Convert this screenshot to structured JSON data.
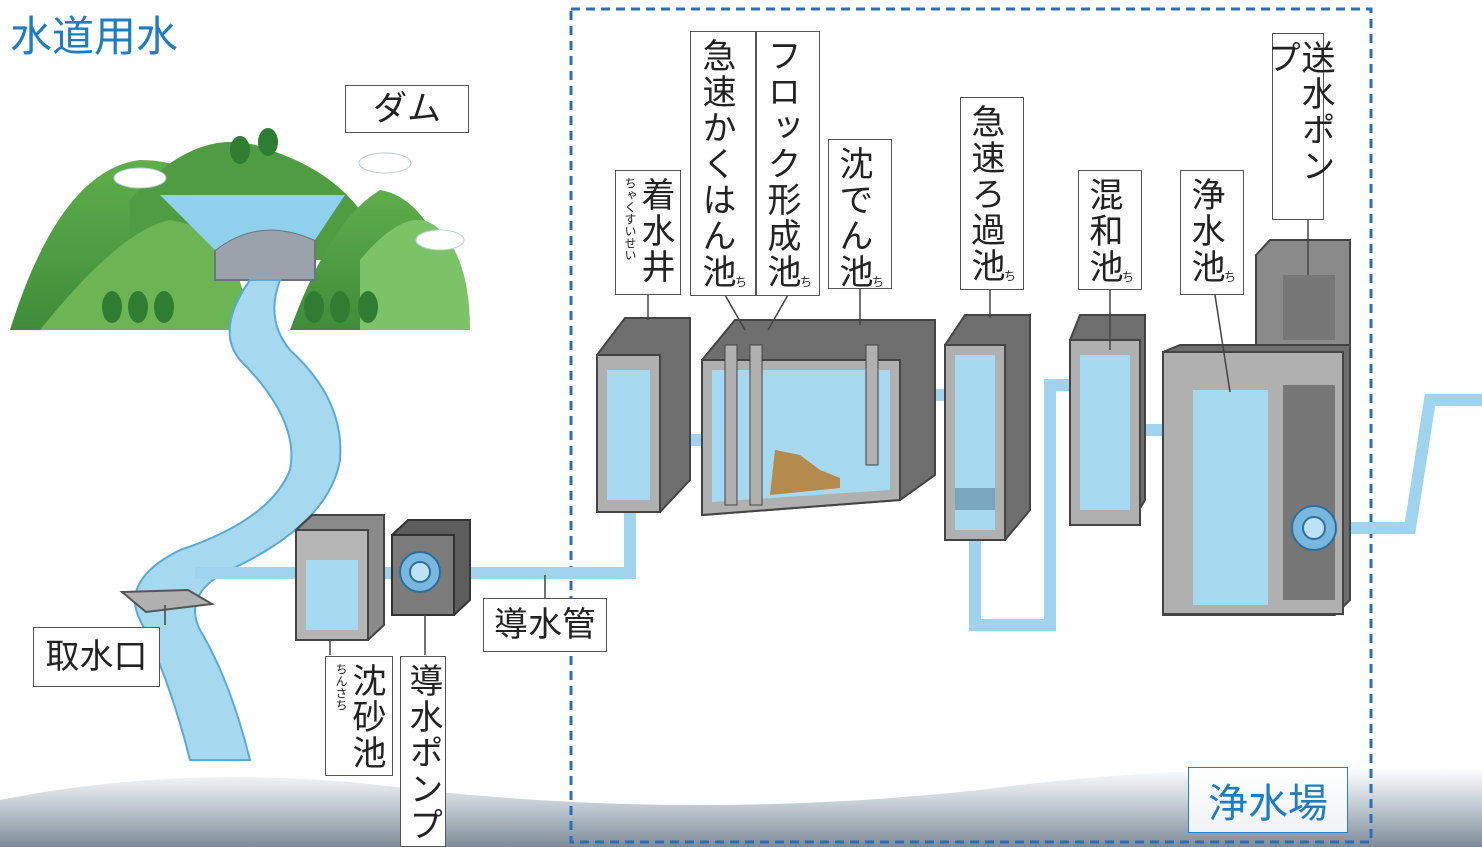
{
  "title": "水道用水",
  "plant_area_label": "浄水場",
  "labels": {
    "dam": "ダム",
    "intake": "取水口",
    "conduit_pipe": "導水管",
    "grit_chamber": {
      "text": "沈砂池",
      "ruby": "ちんさち"
    },
    "intake_pump": "導水ポンプ",
    "receiving_well": {
      "text": "着水井",
      "ruby": "ちゃくすいせい"
    },
    "rapid_mixing_basin": {
      "text": "急速かくはん池",
      "ruby": "ち"
    },
    "flocculation_basin": {
      "text": "フロック形成池",
      "ruby": "ち"
    },
    "sedimentation_basin": {
      "text": "沈でん池",
      "ruby": "ち"
    },
    "rapid_filter": {
      "text": "急速ろ過池",
      "ruby": "ち"
    },
    "mixing_basin": {
      "text": "混和池",
      "ruby": "ち"
    },
    "clear_water_reservoir": {
      "text": "浄水池",
      "ruby": "ち"
    },
    "distribution_pump": "送水ポンプ"
  },
  "colors": {
    "title": "#1e7cc0",
    "water": "#a6d8f0",
    "pipe": "#9fd3ee",
    "tank_wall": "#a8a8a8",
    "tank_dark": "#6e6e6e",
    "mountain": "#5aa34a",
    "sediment": "#b48a4e",
    "boundary": "#2a6fb5"
  }
}
